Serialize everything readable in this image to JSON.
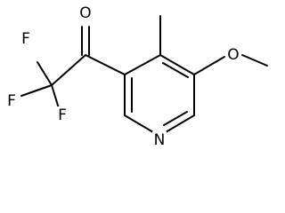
{
  "molecule": {
    "atoms": {
      "oxygen_carbonyl": "O",
      "fluorine_1": "F",
      "fluorine_2": "F",
      "fluorine_3": "F",
      "oxygen_methoxy": "O",
      "nitrogen_ring": "N"
    }
  },
  "colors": {
    "bond": "#000000",
    "label": "#000000",
    "background": "#ffffff"
  }
}
